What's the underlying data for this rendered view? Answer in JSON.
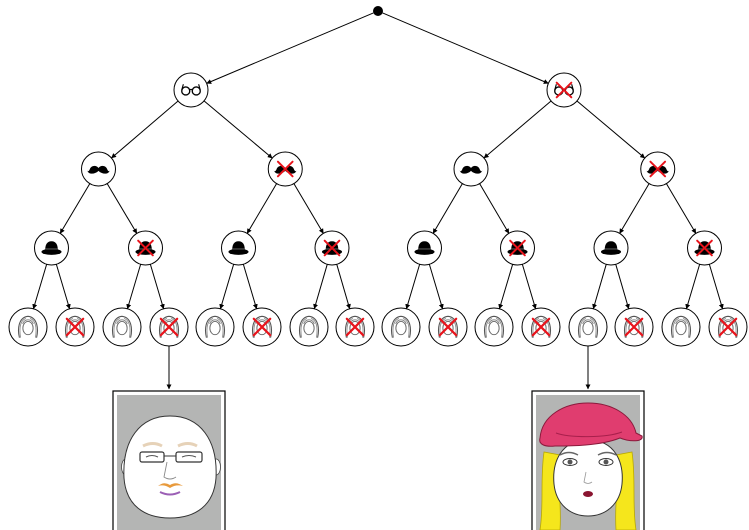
{
  "diagram": {
    "type": "binary-decision-tree",
    "root": "root-node",
    "levels": [
      {
        "attribute": "glasses",
        "icons": [
          "glasses-icon",
          "no-glasses-icon"
        ]
      },
      {
        "attribute": "mustache",
        "icons": [
          "mustache-icon",
          "no-mustache-icon"
        ]
      },
      {
        "attribute": "hat",
        "icons": [
          "hat-icon",
          "no-hat-icon"
        ]
      },
      {
        "attribute": "hair",
        "icons": [
          "hair-icon",
          "no-hair-icon"
        ]
      }
    ],
    "examples": [
      {
        "leaf_index": 3,
        "description_icon": "bald-face-glasses-mustache-icon"
      },
      {
        "leaf_index": 12,
        "description_icon": "blonde-face-pink-cap-icon"
      }
    ]
  },
  "colors": {
    "line": "#000000",
    "cross": "#e8141c",
    "portrait_bg": "#b4b5b4",
    "cap": "#e03d6f",
    "hair": "#f5e61c"
  }
}
